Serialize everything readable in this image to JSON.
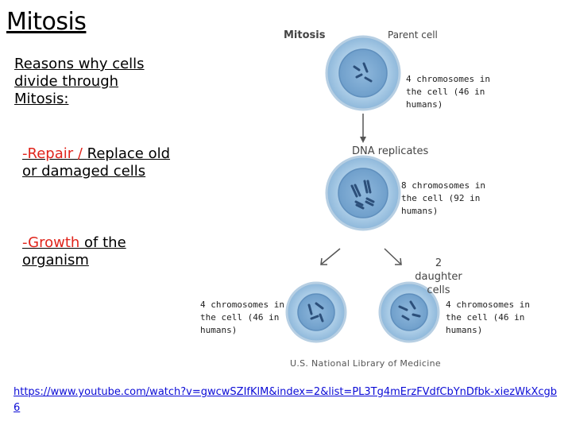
{
  "title": "Mitosis",
  "reasons_heading": "Reasons why cells divide through Mitosis:",
  "point1": {
    "red": "-Repair / ",
    "rest": "Replace old or damaged cells"
  },
  "point2": {
    "red": "-Growth ",
    "rest": "of the organism"
  },
  "diagram": {
    "title": "Mitosis",
    "parent_label": "Parent cell",
    "dna_label": "DNA replicates",
    "daughter_label": "2 daughter cells",
    "credit": "U.S. National Library of Medicine"
  },
  "notes": {
    "parent": "4 chromosomes in the cell (46 in humans)",
    "replicated": "8 chromosomes in the cell (92 in humans)",
    "daughter_left": "4 chromosomes in the cell (46 in humans)",
    "daughter_right": "4 chromosomes in the cell (46 in humans)"
  },
  "link": "https://www.youtube.com/watch?v=gwcwSZIfKlM&index=2&list=PL3Tg4mErzFVdfCbYnDfbk-xiezWkXcgb6",
  "colors": {
    "accent_red": "#e0241b",
    "link_blue": "#0b0bd6",
    "cell_blue": "#a9cbe6"
  }
}
